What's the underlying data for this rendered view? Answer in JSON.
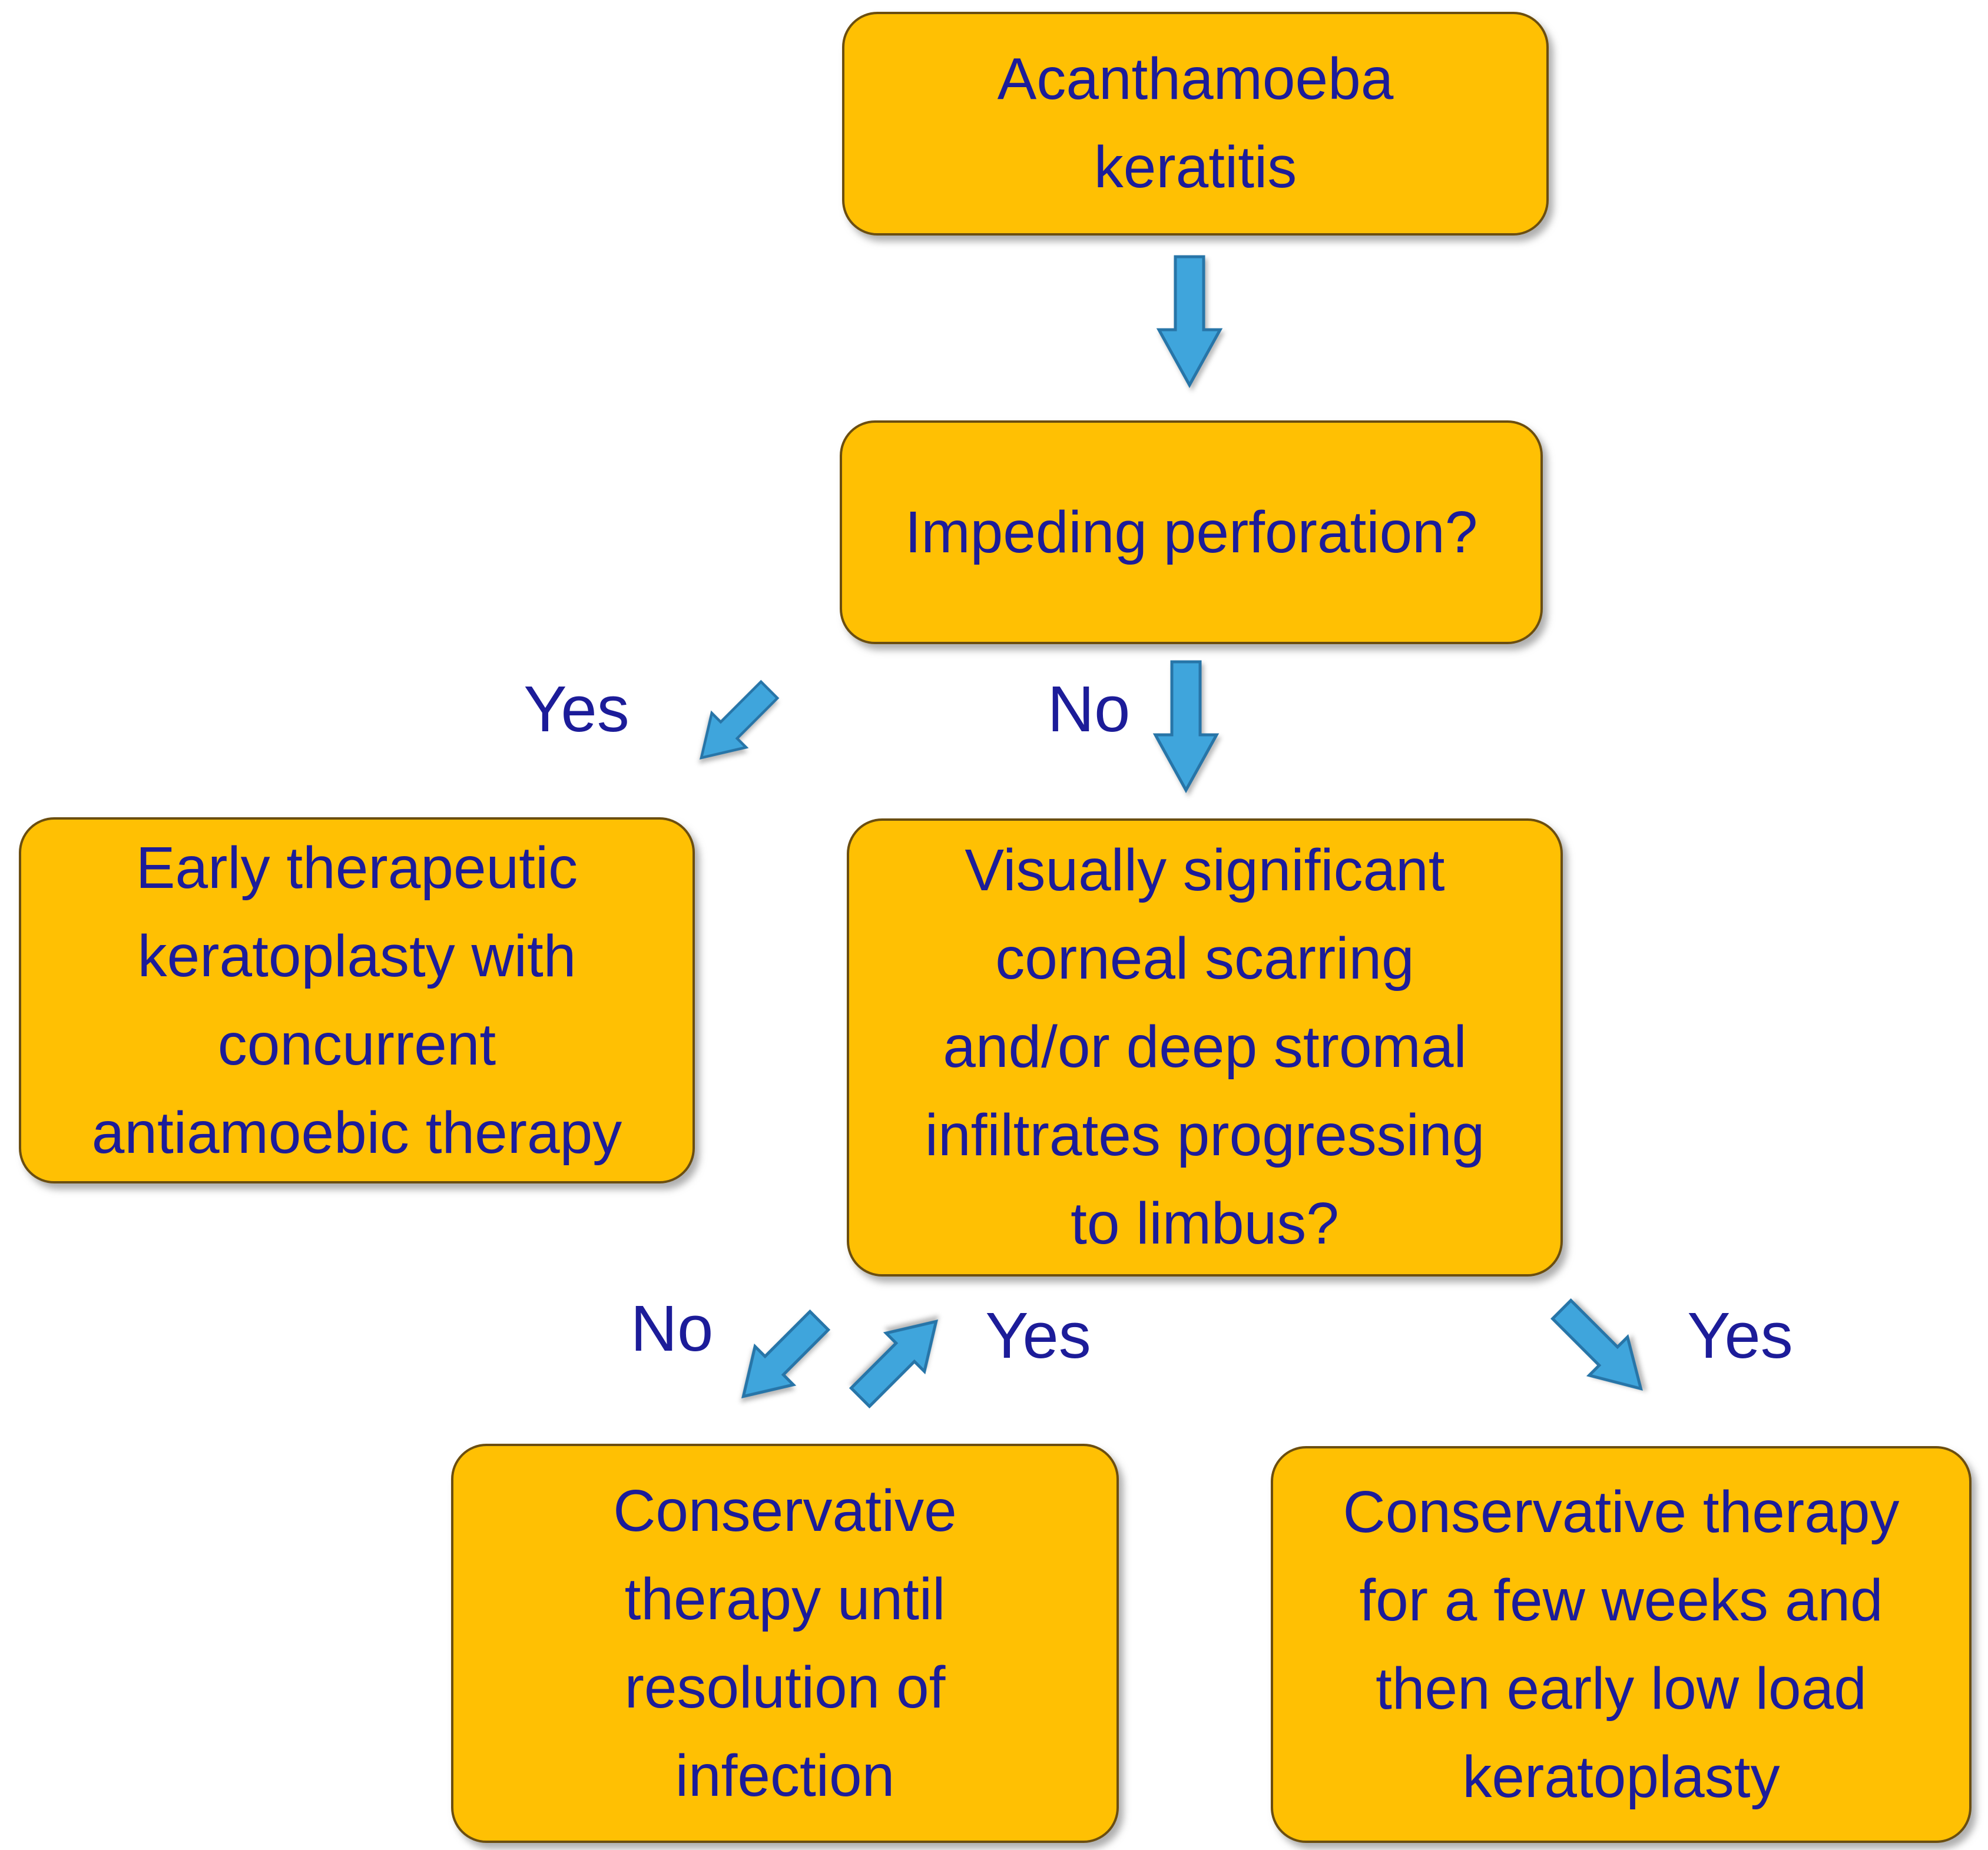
{
  "palette": {
    "node_fill": "#FFC003",
    "node_border": "#6B4E10",
    "node_text": "#1C1C99",
    "arrow_fill": "#3FA5DC",
    "arrow_stroke": "#2775A8",
    "page_bg": "#FFFFFF"
  },
  "nodes": [
    {
      "id": "root",
      "label": "Acanthamoeba\nkeratitis"
    },
    {
      "id": "perforation-question",
      "label": "Impeding perforation?"
    },
    {
      "id": "early-keratoplasty",
      "label": "Early therapeutic\nkeratoplasty with\nconcurrent\nantiamoebic therapy"
    },
    {
      "id": "scarring-question",
      "label": "Visually significant\ncorneal scarring\nand/or deep stromal\ninfiltrates progressing\nto limbus?"
    },
    {
      "id": "conservative-resolution",
      "label": "Conservative\ntherapy until\nresolution of\ninfection"
    },
    {
      "id": "conservative-low-load",
      "label": "Conservative therapy\nfor a few weeks and\nthen early low load\nkeratoplasty"
    }
  ],
  "edge_labels": [
    {
      "id": "perforation-yes",
      "text": "Yes"
    },
    {
      "id": "perforation-no",
      "text": "No"
    },
    {
      "id": "scarring-no",
      "text": "No"
    },
    {
      "id": "scarring-yes-return",
      "text": "Yes"
    },
    {
      "id": "scarring-yes",
      "text": "Yes"
    }
  ]
}
